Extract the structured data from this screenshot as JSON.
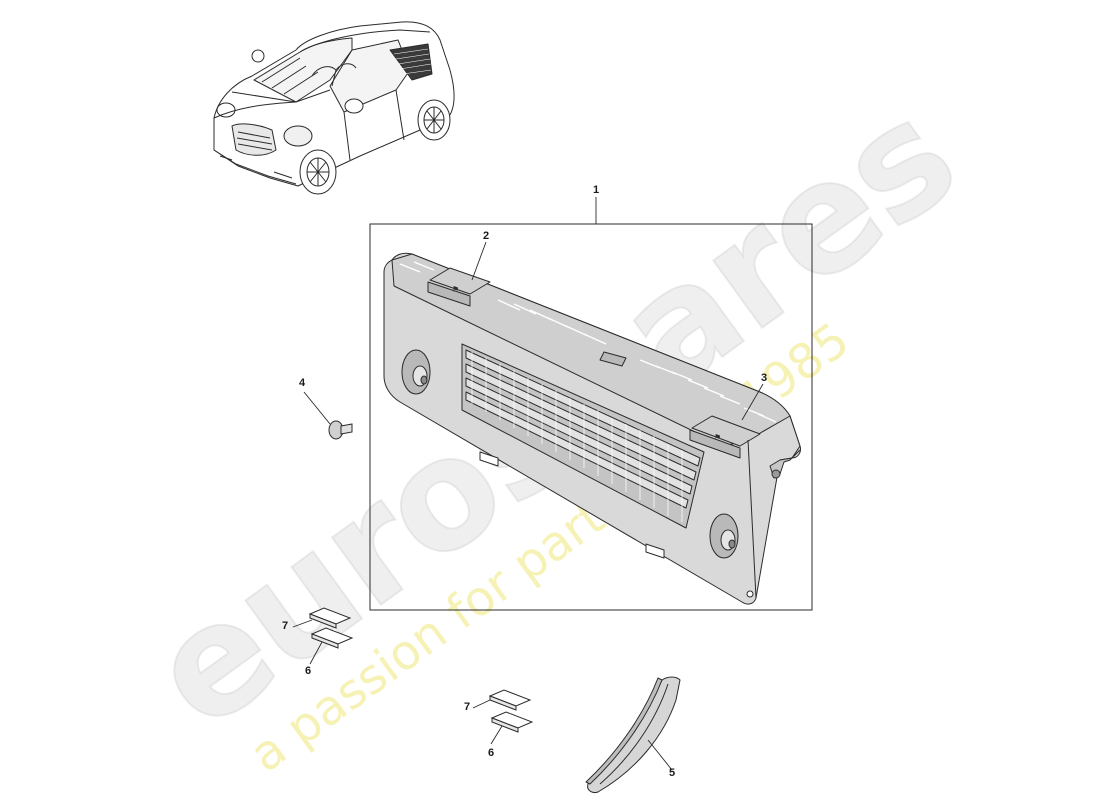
{
  "watermark": {
    "brand": "eurospares",
    "tagline": "a passion for parts since 1985"
  },
  "callouts": {
    "c1": "1",
    "c2": "2",
    "c3": "3",
    "c4": "4",
    "c5": "5",
    "c6a": "6",
    "c7a": "7",
    "c6b": "6",
    "c7b": "7"
  },
  "colors": {
    "line": "#2b2b2b",
    "panel_fill": "#d9d9d9",
    "panel_shade": "#b9b9b9",
    "watermark_grey": "#d6d6d6",
    "watermark_yellow": "#eee878"
  }
}
